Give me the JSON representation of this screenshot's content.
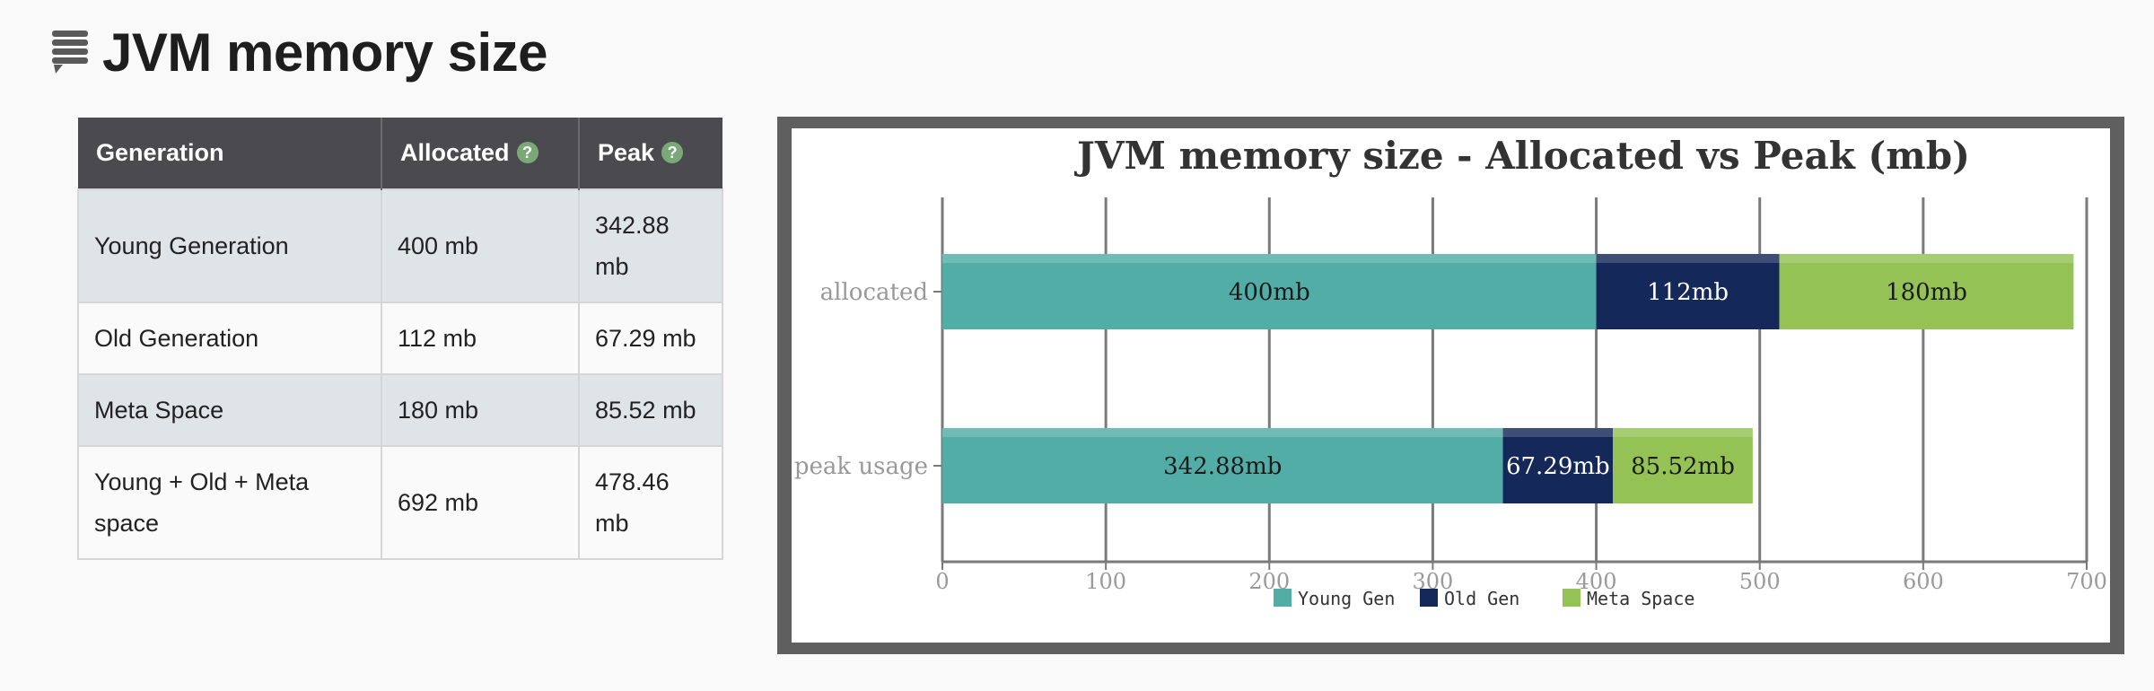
{
  "page": {
    "title": "JVM memory size",
    "icon": "comment-list-icon"
  },
  "table": {
    "headers": {
      "generation": "Generation",
      "allocated": "Allocated",
      "peak": "Peak",
      "help_glyph": "?"
    },
    "rows": [
      {
        "generation": "Young Generation",
        "allocated": "400 mb",
        "peak": "342.88 mb"
      },
      {
        "generation": "Old Generation",
        "allocated": "112 mb",
        "peak": "67.29 mb"
      },
      {
        "generation": "Meta Space",
        "allocated": "180 mb",
        "peak": "85.52 mb"
      },
      {
        "generation": "Young + Old + Meta space",
        "allocated": "692 mb",
        "peak": "478.46 mb"
      }
    ]
  },
  "chart_data": {
    "type": "bar",
    "orientation": "horizontal",
    "stacked": true,
    "title": "JVM memory size - Allocated vs Peak (mb)",
    "categories": [
      "allocated",
      "peak usage"
    ],
    "series": [
      {
        "name": "Young Gen",
        "values": [
          400,
          342.88
        ],
        "labels": [
          "400mb",
          "342.88mb"
        ],
        "color": "#52ada7"
      },
      {
        "name": "Old Gen",
        "values": [
          112,
          67.29
        ],
        "labels": [
          "112mb",
          "67.29mb"
        ],
        "color": "#14285a"
      },
      {
        "name": "Meta Space",
        "values": [
          180,
          85.52
        ],
        "labels": [
          "180mb",
          "85.52mb"
        ],
        "color": "#94c255"
      }
    ],
    "xlim": [
      0,
      700
    ],
    "xticks": [
      0,
      100,
      200,
      300,
      400,
      500,
      600,
      700
    ],
    "grid": true,
    "legend": "bottom-center"
  }
}
